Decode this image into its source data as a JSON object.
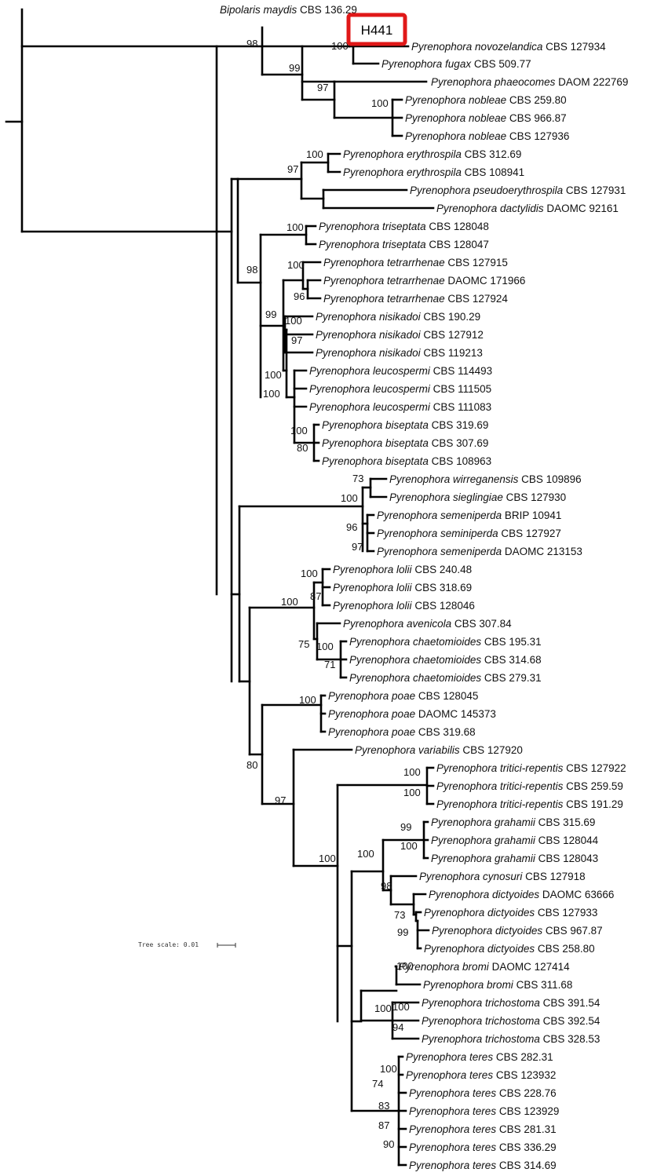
{
  "highlight": {
    "label": "H441",
    "color": "#e01818"
  },
  "scale": {
    "label": "Tree scale: 0.01"
  },
  "taxa": [
    {
      "genus": "Bipolaris maydis",
      "strain": "CBS 136.29"
    },
    {
      "genus": "Pyrenophora novozelandica",
      "strain": "CBS 127934"
    },
    {
      "genus": "Pyrenophora fugax",
      "strain": "CBS 509.77"
    },
    {
      "genus": "Pyrenophora phaeocomes",
      "strain": "DAOM 222769"
    },
    {
      "genus": "Pyrenophora nobleae",
      "strain": "CBS 259.80"
    },
    {
      "genus": "Pyrenophora nobleae",
      "strain": "CBS 966.87"
    },
    {
      "genus": "Pyrenophora nobleae",
      "strain": "CBS 127936"
    },
    {
      "genus": "Pyrenophora erythrospila",
      "strain": "CBS 312.69"
    },
    {
      "genus": "Pyrenophora erythrospila",
      "strain": "CBS 108941"
    },
    {
      "genus": "Pyrenophora pseudoerythrospila",
      "strain": "CBS 127931"
    },
    {
      "genus": "Pyrenophora dactylidis",
      "strain": "DAOMC 92161"
    },
    {
      "genus": "Pyrenophora triseptata",
      "strain": "CBS 128048"
    },
    {
      "genus": "Pyrenophora triseptata",
      "strain": "CBS 128047"
    },
    {
      "genus": "Pyrenophora tetrarrhenae",
      "strain": "CBS 127915"
    },
    {
      "genus": "Pyrenophora tetrarrhenae",
      "strain": "DAOMC 171966"
    },
    {
      "genus": "Pyrenophora tetrarrhenae",
      "strain": "CBS 127924"
    },
    {
      "genus": "Pyrenophora nisikadoi",
      "strain": "CBS 190.29"
    },
    {
      "genus": "Pyrenophora nisikadoi",
      "strain": "CBS 127912"
    },
    {
      "genus": "Pyrenophora nisikadoi",
      "strain": "CBS 119213"
    },
    {
      "genus": "Pyrenophora leucospermi",
      "strain": "CBS 114493"
    },
    {
      "genus": "Pyrenophora leucospermi",
      "strain": "CBS 111505"
    },
    {
      "genus": "Pyrenophora leucospermi",
      "strain": "CBS 111083"
    },
    {
      "genus": "Pyrenophora biseptata",
      "strain": "CBS 319.69"
    },
    {
      "genus": "Pyrenophora biseptata",
      "strain": "CBS 307.69"
    },
    {
      "genus": "Pyrenophora biseptata",
      "strain": "CBS 108963"
    },
    {
      "genus": "Pyrenophora wirreganensis",
      "strain": "CBS 109896"
    },
    {
      "genus": "Pyrenophora sieglingiae",
      "strain": "CBS 127930"
    },
    {
      "genus": "Pyrenophora semeniperda",
      "strain": "BRIP 10941"
    },
    {
      "genus": "Pyrenophora seminiperda",
      "strain": "CBS 127927"
    },
    {
      "genus": "Pyrenophora semeniperda",
      "strain": "DAOMC 213153"
    },
    {
      "genus": "Pyrenophora lolii",
      "strain": "CBS 240.48"
    },
    {
      "genus": "Pyrenophora lolii",
      "strain": "CBS 318.69"
    },
    {
      "genus": "Pyrenophora lolii",
      "strain": "CBS 128046"
    },
    {
      "genus": "Pyrenophora avenicola",
      "strain": "CBS 307.84"
    },
    {
      "genus": "Pyrenophora chaetomioides",
      "strain": "CBS 195.31"
    },
    {
      "genus": "Pyrenophora chaetomioides",
      "strain": "CBS 314.68"
    },
    {
      "genus": "Pyrenophora chaetomioides",
      "strain": "CBS 279.31"
    },
    {
      "genus": "Pyrenophora poae",
      "strain": "CBS 128045"
    },
    {
      "genus": "Pyrenophora poae",
      "strain": "DAOMC 145373"
    },
    {
      "genus": "Pyrenophora poae",
      "strain": "CBS 319.68"
    },
    {
      "genus": "Pyrenophora variabilis",
      "strain": "CBS 127920"
    },
    {
      "genus": "Pyrenophora tritici-repentis",
      "strain": "CBS 127922"
    },
    {
      "genus": "Pyrenophora tritici-repentis",
      "strain": "CBS 259.59"
    },
    {
      "genus": "Pyrenophora tritici-repentis",
      "strain": "CBS 191.29"
    },
    {
      "genus": "Pyrenophora grahamii",
      "strain": "CBS 315.69"
    },
    {
      "genus": "Pyrenophora grahamii",
      "strain": "CBS 128044"
    },
    {
      "genus": "Pyrenophora grahamii",
      "strain": "CBS 128043"
    },
    {
      "genus": "Pyrenophora cynosuri",
      "strain": "CBS 127918"
    },
    {
      "genus": "Pyrenophora dictyoides",
      "strain": "DAOMC 63666"
    },
    {
      "genus": "Pyrenophora dictyoides",
      "strain": "CBS 127933"
    },
    {
      "genus": "Pyrenophora dictyoides",
      "strain": "CBS 967.87"
    },
    {
      "genus": "Pyrenophora dictyoides",
      "strain": "CBS 258.80"
    },
    {
      "genus": "Pyrenophora bromi",
      "strain": "DAOMC 127414"
    },
    {
      "genus": "Pyrenophora bromi",
      "strain": "CBS 311.68"
    },
    {
      "genus": "Pyrenophora trichostoma",
      "strain": "CBS 391.54"
    },
    {
      "genus": "Pyrenophora trichostoma",
      "strain": "CBS 392.54"
    },
    {
      "genus": "Pyrenophora trichostoma",
      "strain": "CBS 328.53"
    },
    {
      "genus": "Pyrenophora teres",
      "strain": "CBS 282.31"
    },
    {
      "genus": "Pyrenophora teres",
      "strain": "CBS 123932"
    },
    {
      "genus": "Pyrenophora teres",
      "strain": "CBS 228.76"
    },
    {
      "genus": "Pyrenophora teres",
      "strain": "CBS 123929"
    },
    {
      "genus": "Pyrenophora teres",
      "strain": "CBS 281.31"
    },
    {
      "genus": "Pyrenophora teres",
      "strain": "CBS 336.29"
    },
    {
      "genus": "Pyrenophora teres",
      "strain": "CBS 314.69"
    }
  ],
  "supports": [
    "98",
    "100",
    "99",
    "97",
    "100",
    "97",
    "100",
    "100",
    "98",
    "100",
    "96",
    "99",
    "100",
    "97",
    "100",
    "100",
    "100",
    "80",
    "73",
    "100",
    "96",
    "97",
    "100",
    "100",
    "87",
    "75",
    "100",
    "71",
    "100",
    "80",
    "97",
    "100",
    "100",
    "100",
    "100",
    "99",
    "100",
    "98",
    "73",
    "99",
    "100",
    "100",
    "100",
    "94",
    "100",
    "74",
    "83",
    "87",
    "90"
  ]
}
